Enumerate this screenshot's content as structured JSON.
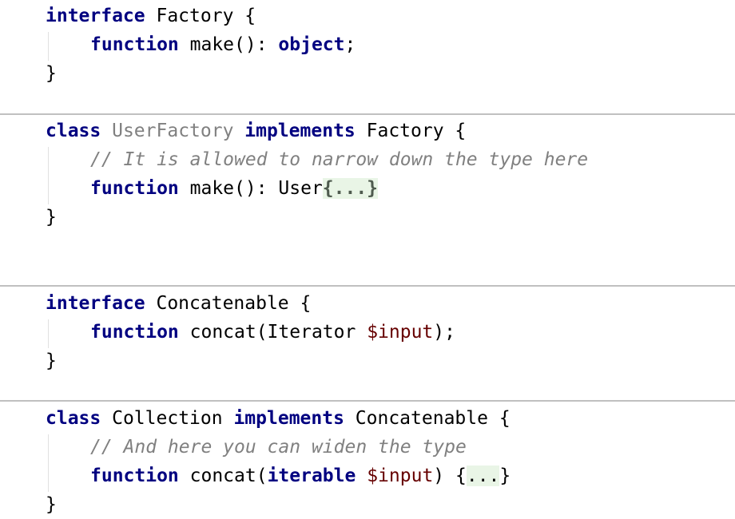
{
  "blocks": [
    {
      "header": {
        "keyword": "interface",
        "name": "Factory",
        "brace": " {"
      },
      "body": [
        {
          "kw": "function",
          "text": " make(): ",
          "type": "object",
          "end": ";"
        }
      ],
      "close": "}"
    },
    {
      "header": {
        "keyword": "class",
        "name": "UserFactory",
        "implements": "implements",
        "iface": "Factory",
        "brace": " {"
      },
      "comment": "// It is allowed to narrow down the type here",
      "method": {
        "kw": "function",
        "text": " make(): User",
        "fold": "{...}"
      },
      "close": "}"
    },
    {
      "header": {
        "keyword": "interface",
        "name": "Concatenable",
        "brace": " {"
      },
      "method": {
        "kw": "function",
        "text": " concat(Iterator ",
        "var": "$input",
        "end": ");"
      },
      "close": "}"
    },
    {
      "header": {
        "keyword": "class",
        "name": "Collection",
        "implements": "implements",
        "iface": "Concatenable",
        "brace": " {"
      },
      "comment": "// And here you can widen the type",
      "method": {
        "kw": "function",
        "text": " concat(",
        "type": "iterable",
        "var": "$input",
        "mid": ") {",
        "fold": "...",
        "end": "}"
      },
      "close": "}"
    }
  ],
  "colors": {
    "keyword": "#000080",
    "variable": "#660000",
    "comment": "#808080",
    "fold_bg": "#e9f5e6",
    "separator": "#c0c0c0"
  }
}
